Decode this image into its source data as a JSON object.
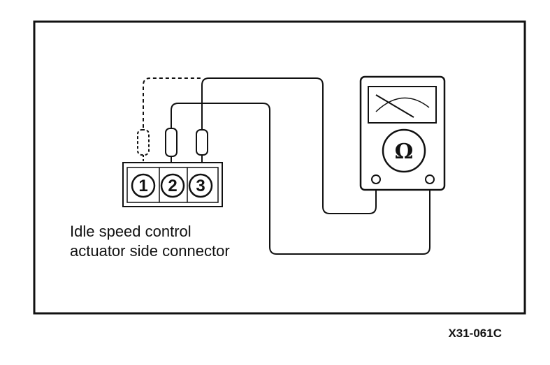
{
  "connector": {
    "label_line1": "Idle speed control",
    "label_line2": "actuator side connector",
    "pins": [
      "1",
      "2",
      "3"
    ]
  },
  "meter": {
    "symbol": "Ω",
    "icon": "ohmmeter-icon"
  },
  "figure_code": "X31-061C",
  "colors": {
    "ink": "#111111",
    "background": "#ffffff"
  }
}
